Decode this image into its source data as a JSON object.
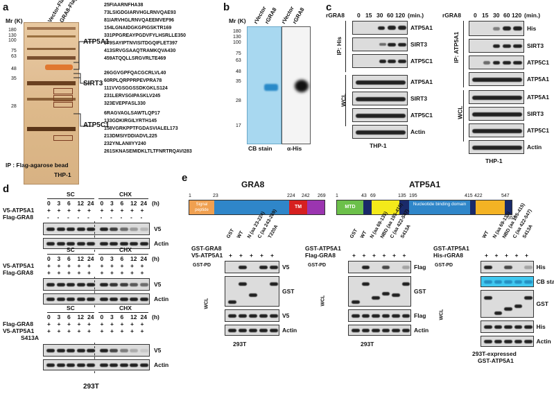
{
  "a": {
    "label": "a",
    "mr": "Mr (K)",
    "markers": [
      "180",
      "130",
      "100",
      "75",
      "63",
      "48",
      "35",
      "28"
    ],
    "lanes": [
      "Vector-Flag",
      "GRA8-Flag"
    ],
    "proteins": [
      "ATP5A1",
      "SIRT3",
      "ATP5C1"
    ],
    "footer1": "IP : Flag-agarose bead",
    "footer2": "THP-1",
    "peptides_atp5a1": [
      "25FIAARNFHA38",
      "73LSIGDGIARVHGLRNVQAE93",
      "81IARVHGLRNVQAEEMVEF96",
      "154LGNAIDGKGPIGSKTR169",
      "331PPGREAYPGDVFYLHSRLLE350",
      "379SAYIPTNVISITDGQIFLET397",
      "413SRVGSAAQTRAMKQVA430",
      "459ATQQLLSRGVRLTE469"
    ],
    "peptides_sirt3": [
      "26GGVGPFQACGCRLVL40",
      "60RPLQRPPRPEVPRA78",
      "111VVGSGGSSDKGKLS124",
      "231LERVSGIPASKLV245",
      "323EVEPFASL330"
    ],
    "peptides_atp5c1": [
      "6RAGVAGLSAWTLQP17",
      "133GDKIRGILYRTH145",
      "158VGRKPPTFGDASVIALEL173",
      "213DMSIYDDIADVL225",
      "232YNLANIIYY240",
      "261SKNASEMIDKLTLTFNRTRQAVI283"
    ]
  },
  "b": {
    "label": "b",
    "mr": "Mr (K)",
    "markers": [
      "180",
      "130",
      "100",
      "75",
      "63",
      "48",
      "35",
      "28",
      "17"
    ],
    "lanes1": [
      "rVector",
      "rGRA8"
    ],
    "lanes2": [
      "rVector",
      "rGRA8"
    ],
    "cap1": "CB stain",
    "cap2": "α-His"
  },
  "c": {
    "label": "c",
    "left": {
      "header": "rGRA8",
      "times": [
        "0",
        "15",
        "30",
        "60",
        "120",
        "(min.)"
      ],
      "ip": "IP: His",
      "wcl": "WCL",
      "rows": [
        "ATP5A1",
        "SIRT3",
        "ATP5C1",
        "ATP5A1",
        "SIRT3",
        "ATP5C1",
        "Actin"
      ],
      "footer": "THP-1"
    },
    "right": {
      "header": "rGRA8",
      "times": [
        "0",
        "15",
        "30",
        "60",
        "120",
        "(min.)"
      ],
      "ip": "IP: ATP5A1",
      "wcl": "WCL",
      "rows": [
        "His",
        "SIRT3",
        "ATP5C1",
        "ATP5A1",
        "ATP5A1",
        "SIRT3",
        "ATP5C1",
        "Actin"
      ],
      "footer": "THP-1"
    }
  },
  "d": {
    "label": "d",
    "panel1": {
      "sc": "SC",
      "chx": "CHX",
      "times": [
        "0",
        "3",
        "6",
        "12",
        "24",
        "0",
        "3",
        "6",
        "12",
        "24",
        "(h)"
      ],
      "row1": "V5-ATP5A1",
      "row1v": [
        "+",
        "+",
        "+",
        "+",
        "+",
        "+",
        "+",
        "+",
        "+",
        "+"
      ],
      "row2": "Flag-GRA8",
      "row2v": [
        "-",
        "-",
        "-",
        "-",
        "-",
        "-",
        "-",
        "-",
        "-",
        "-"
      ],
      "blots": [
        "V5",
        "Actin"
      ]
    },
    "panel2": {
      "sc": "SC",
      "chx": "CHX",
      "times": [
        "0",
        "3",
        "6",
        "12",
        "24",
        "0",
        "3",
        "6",
        "12",
        "24",
        "(h)"
      ],
      "row1": "V5-ATP5A1",
      "row1v": [
        "+",
        "+",
        "+",
        "+",
        "+",
        "+",
        "+",
        "+",
        "+",
        "+"
      ],
      "row2": "Flag-GRA8",
      "row2v": [
        "+",
        "+",
        "+",
        "+",
        "+",
        "+",
        "+",
        "+",
        "+",
        "+"
      ],
      "blots": [
        "V5",
        "Actin"
      ]
    },
    "panel3": {
      "sc": "SC",
      "chx": "CHX",
      "times": [
        "0",
        "3",
        "6",
        "12",
        "24",
        "0",
        "3",
        "6",
        "12",
        "24",
        "(h)"
      ],
      "row1": "Flag-GRA8",
      "row1v": [
        "+",
        "+",
        "+",
        "+",
        "+",
        "+",
        "+",
        "+",
        "+",
        "+"
      ],
      "row2": "V5-ATP5A1",
      "row2b": "S413A",
      "row2v": [
        "+",
        "+",
        "+",
        "+",
        "+",
        "+",
        "+",
        "+",
        "+",
        "+"
      ],
      "blots": [
        "V5",
        "Actin"
      ]
    },
    "footer": "293T"
  },
  "e": {
    "label": "e",
    "gra8": {
      "title": "GRA8",
      "nums": [
        "1",
        "23",
        "224",
        "242",
        "269"
      ],
      "signal": "Signal peptide",
      "tm": "TM"
    },
    "atp5a1": {
      "title": "ATP5A1",
      "nums": [
        "1",
        "43",
        "69",
        "135",
        "195",
        "415",
        "422",
        "547",
        "553"
      ],
      "mtd": "MTD",
      "nbd": "Nucleotide binding domain"
    },
    "g1": {
      "row1": "GST-GRA8",
      "row2": "V5-ATP5A1",
      "cols": [
        "GST",
        "WT",
        "N (aa 23-224)",
        "C (aa 243-269)",
        "T220A"
      ],
      "row2v": [
        "+",
        "+",
        "+",
        "+",
        "+"
      ],
      "pd": "GST-PD",
      "wcl": "WCL",
      "blots": [
        "V5",
        "GST",
        "V5",
        "Actin"
      ],
      "footer": "293T"
    },
    "g2": {
      "row1": "GST-ATP5A1",
      "row2": "Flag-GRA8",
      "cols": [
        "GST",
        "WT",
        "N (aa 69-135)",
        "NBD (aa 195-415)",
        "C (aa 422-547)",
        "S413A"
      ],
      "row2v": [
        "+",
        "+",
        "+",
        "+",
        "+",
        "+"
      ],
      "pd": "GST-PD",
      "wcl": "WCL",
      "blots": [
        "Flag",
        "GST",
        "Flag",
        "Actin"
      ],
      "footer": "293T"
    },
    "g3": {
      "row1": "GST-ATP5A1",
      "row2": "His-rGRA8",
      "cols": [
        "WT",
        "N (aa 69-135)",
        "NBD (aa 195-415)",
        "C (aa 422-547)",
        "S413A"
      ],
      "row2v": [
        "+",
        "+",
        "+",
        "+",
        "+"
      ],
      "pd": "GST-PD",
      "wcl": "WCL",
      "blots": [
        "His",
        "CB stain",
        "GST",
        "His",
        "Actin"
      ],
      "footer1": "293T-expressed",
      "footer2": "GST-ATP5A1"
    }
  },
  "colors": {
    "signal": "#f0a050",
    "domain_blue": "#2f86c9",
    "tm": "#d62020",
    "purple": "#9b35b0",
    "mtd": "#6cc04a",
    "navy": "#1a2a6a",
    "yellow": "#f4ea1a",
    "orange": "#f4b324",
    "cb_blue": "#a8d8f0",
    "cyan": "#40c8f0"
  }
}
